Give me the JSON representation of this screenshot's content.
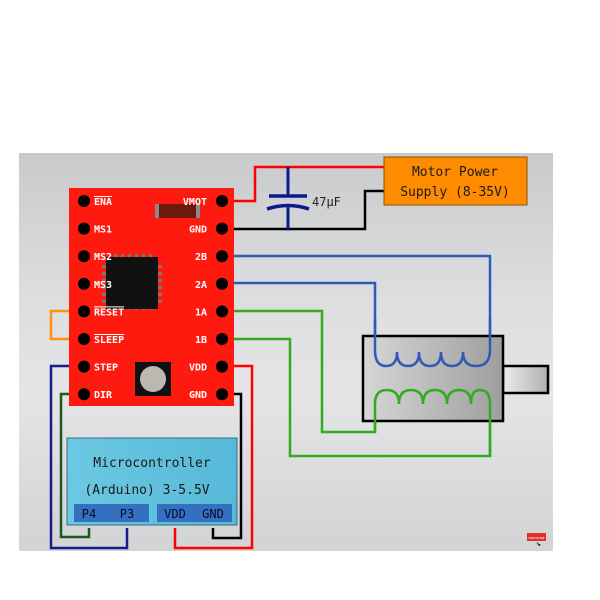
{
  "driver_board": {
    "left_pins": [
      "ENA",
      "MS1",
      "MS2",
      "MS3",
      "RESET",
      "SLEEP",
      "STEP",
      "DIR"
    ],
    "right_pins": [
      "VMOT",
      "GND",
      "2B",
      "2A",
      "1A",
      "1B",
      "VDD",
      "GND"
    ],
    "overlined_pins": [
      "ENA",
      "RESET",
      "SLEEP"
    ],
    "color": "#ff1a0f"
  },
  "capacitor": {
    "label": "47µF"
  },
  "power_supply": {
    "line1": "Motor Power",
    "line2": "Supply (8-35V)",
    "color": "#ff8c00"
  },
  "microcontroller": {
    "title": "Microcontroller",
    "subtitle": "(Arduino) 3-5.5V",
    "pins_left": [
      "P4",
      "P3"
    ],
    "pins_right": [
      "VDD",
      "GND"
    ],
    "color": "#5bbfdc"
  },
  "motor": {
    "name": "stepper-motor"
  },
  "wire_colors": {
    "power": "#ff0000",
    "ground": "#000000",
    "coil_b": "#2e5bb5",
    "coil_a": "#33aa22",
    "reset_sleep": "#ff9010",
    "step": "#1a1a8c",
    "dir": "#1a5a1a"
  },
  "badge": {
    "label": "SUBSCRIBE"
  }
}
